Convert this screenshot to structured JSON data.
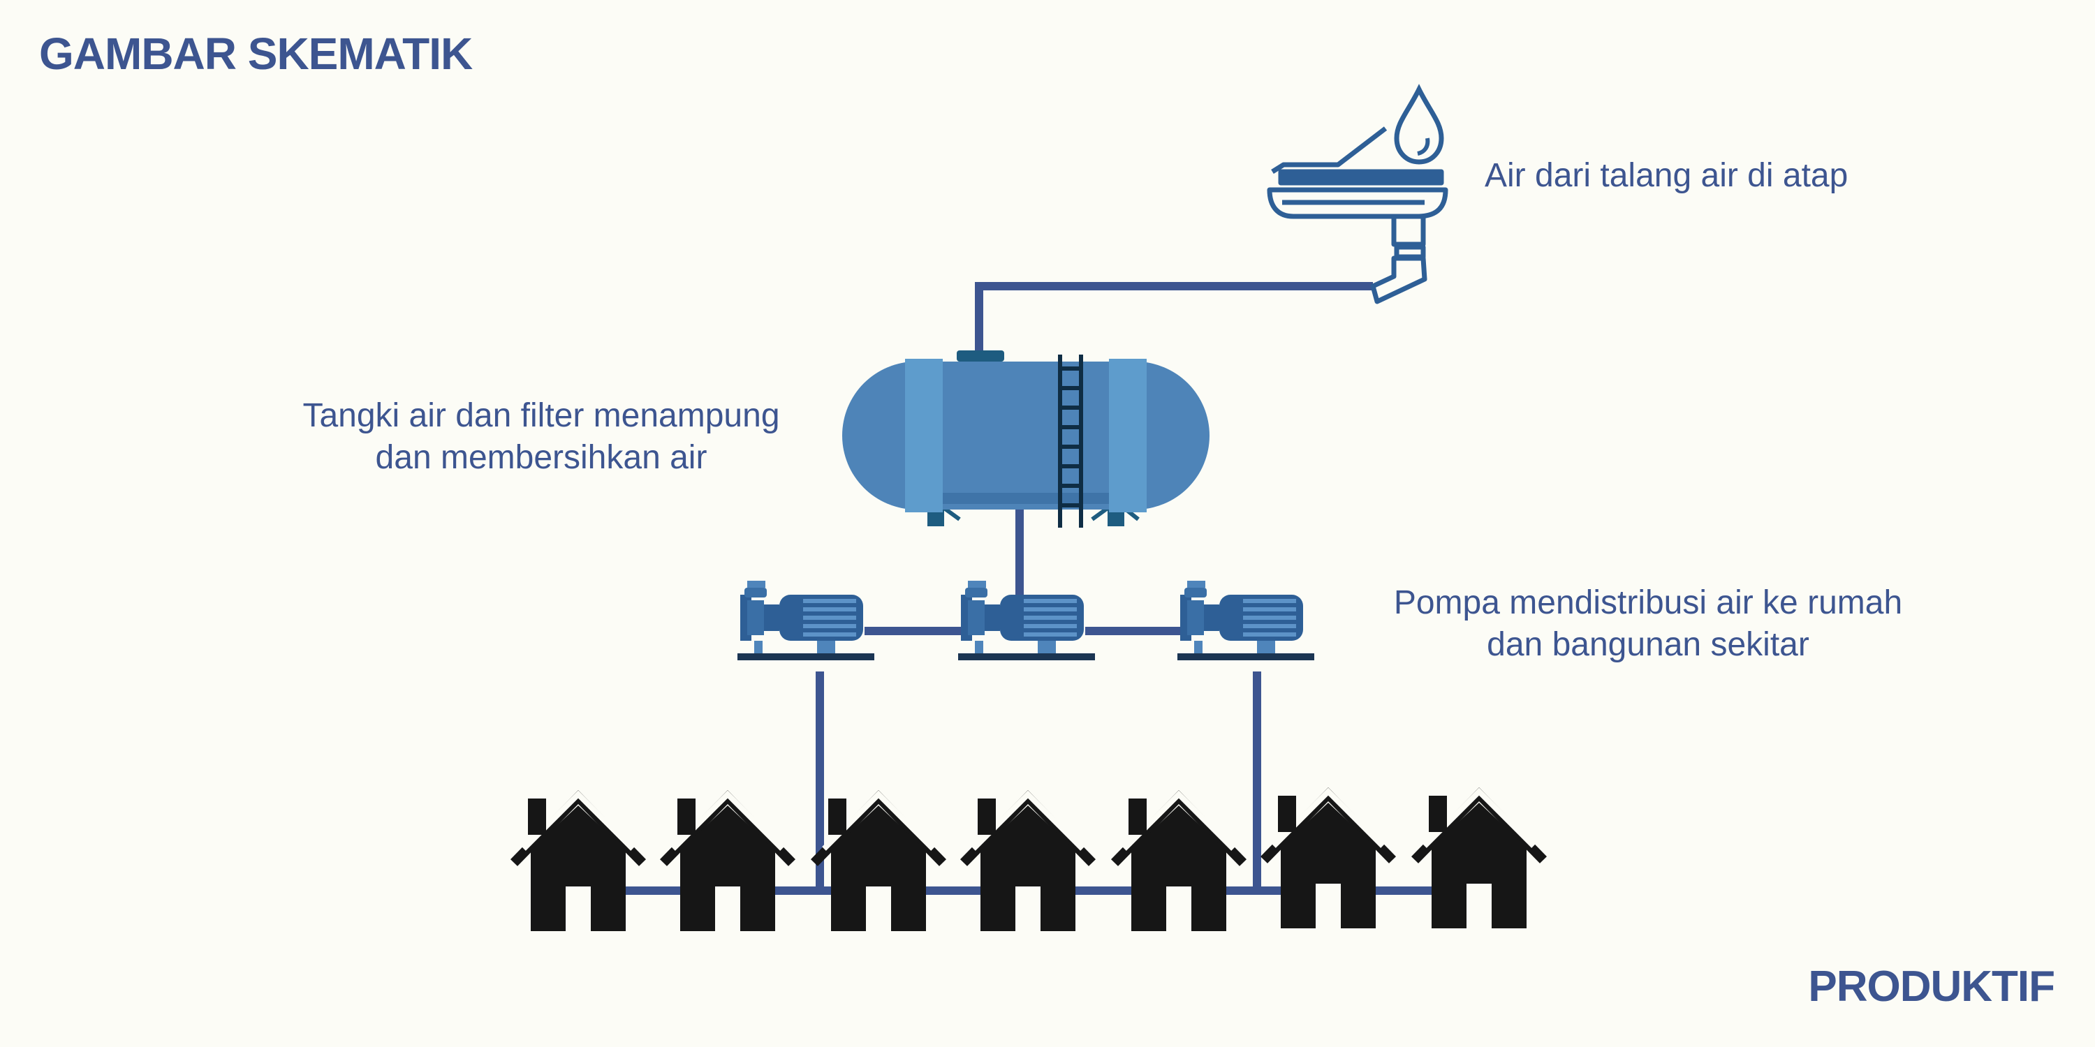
{
  "header": {
    "title": "GAMBAR SKEMATIK"
  },
  "footer": {
    "brand": "PRODUKTIF"
  },
  "labels": {
    "gutter": "Air dari talang air di atap",
    "tank_line1": "Tangki air dan filter menampung",
    "tank_line2": "dan membersihkan air",
    "pump_line1": "Pompa mendistribusi air ke rumah",
    "pump_line2": "dan bangunan sekitar"
  },
  "colors": {
    "text": "#3d5590",
    "pipe": "#3d5590",
    "tank": "#4e84b8",
    "tank_band": "#5e9ccc",
    "pump": "#2e5f96",
    "house": "#161616",
    "background": "#fcfcf6"
  },
  "icons": [
    "roof-gutter-icon",
    "water-drop-icon",
    "water-tank-icon",
    "pump-icon",
    "house-icon"
  ]
}
